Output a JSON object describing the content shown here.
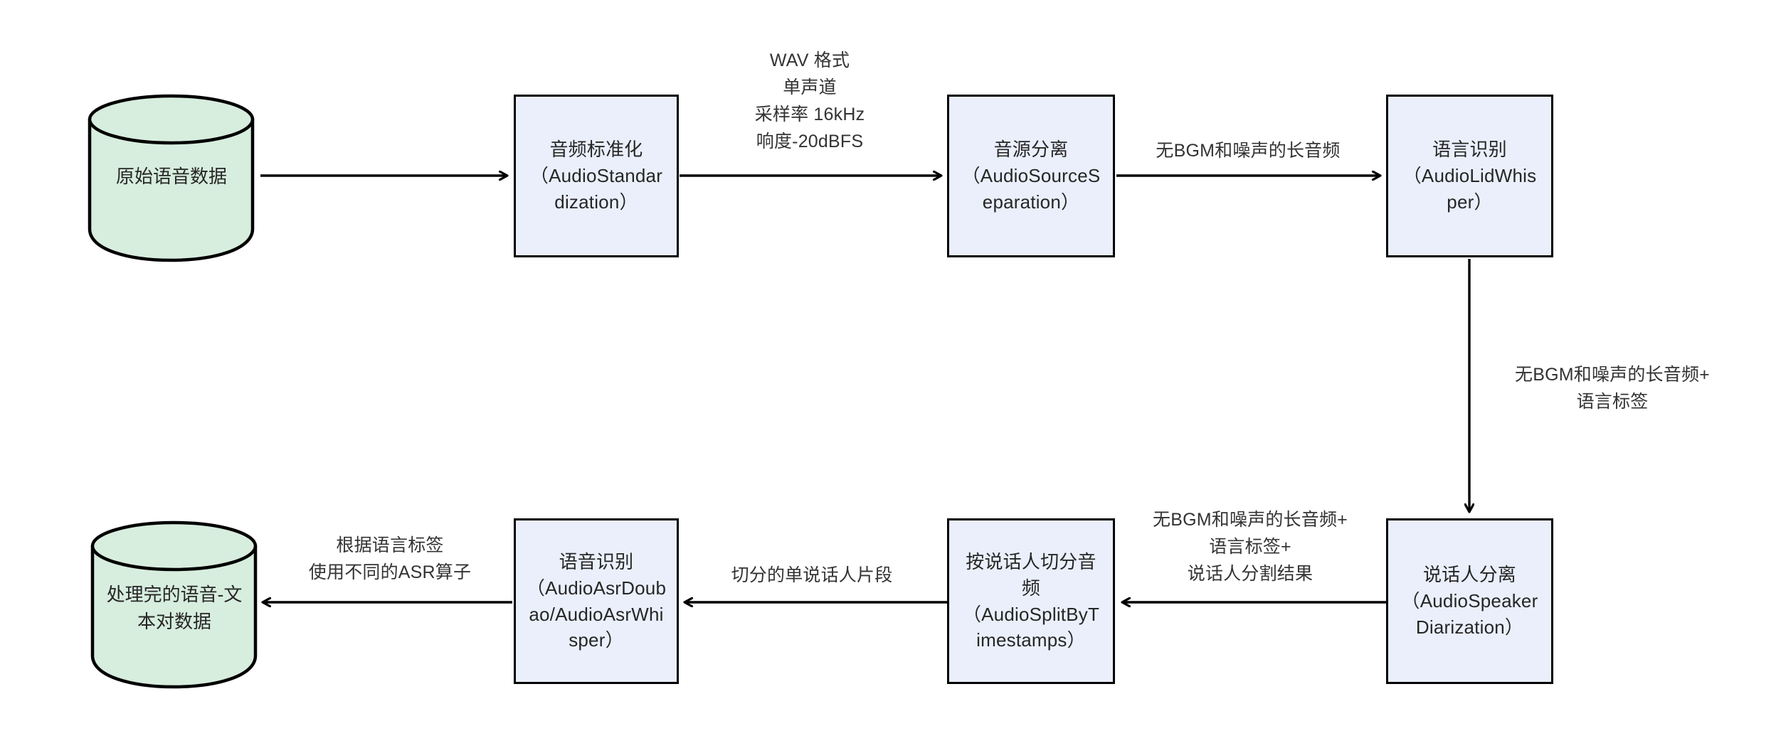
{
  "diagram": {
    "type": "flowchart",
    "title": "",
    "colors": {
      "process_fill": "#eaeffb",
      "datastore_fill": "#d7edde",
      "stroke": "#000000",
      "text": "#262626",
      "background": "#ffffff"
    },
    "nodes": [
      {
        "id": "raw-speech-data",
        "shape": "cylinder",
        "label": "原始语音数据"
      },
      {
        "id": "audio-standardization",
        "shape": "rect",
        "label": "音频标准化\n（AudioStandar\ndization）"
      },
      {
        "id": "audio-source-separation",
        "shape": "rect",
        "label": "音源分离\n（AudioSourceS\neparation）"
      },
      {
        "id": "audio-lid-whisper",
        "shape": "rect",
        "label": "语言识别\n（AudioLidWhis\nper）"
      },
      {
        "id": "audio-speaker-diarization",
        "shape": "rect",
        "label": "说话人分离\n（AudioSpeaker\nDiarization）"
      },
      {
        "id": "audio-split-by-timestamps",
        "shape": "rect",
        "label": "按说话人切分音\n频\n（AudioSplitByT\nimestamps）"
      },
      {
        "id": "audio-asr",
        "shape": "rect",
        "label": "语音识别\n（AudioAsrDoub\nao/AudioAsrWhi\nsper）"
      },
      {
        "id": "processed-speech-text-pairs",
        "shape": "cylinder",
        "label": "处理完的语音-文\n本对数据"
      }
    ],
    "edges": [
      {
        "id": "edge-raw-to-standardization",
        "from": "raw-speech-data",
        "to": "audio-standardization",
        "direction": "right",
        "label": ""
      },
      {
        "id": "edge-standardization-to-separation",
        "from": "audio-standardization",
        "to": "audio-source-separation",
        "direction": "right",
        "label": "WAV 格式\n单声道\n采样率 16kHz\n响度-20dBFS"
      },
      {
        "id": "edge-separation-to-lid",
        "from": "audio-source-separation",
        "to": "audio-lid-whisper",
        "direction": "right",
        "label": "无BGM和噪声的长音频"
      },
      {
        "id": "edge-lid-to-diarization",
        "from": "audio-lid-whisper",
        "to": "audio-speaker-diarization",
        "direction": "down",
        "label": "无BGM和噪声的长音频+\n语言标签"
      },
      {
        "id": "edge-diarization-to-split",
        "from": "audio-speaker-diarization",
        "to": "audio-split-by-timestamps",
        "direction": "left",
        "label": "无BGM和噪声的长音频+\n语言标签+\n说话人分割结果"
      },
      {
        "id": "edge-split-to-asr",
        "from": "audio-split-by-timestamps",
        "to": "audio-asr",
        "direction": "left",
        "label": "切分的单说话人片段"
      },
      {
        "id": "edge-asr-to-output",
        "from": "audio-asr",
        "to": "processed-speech-text-pairs",
        "direction": "left",
        "label": "根据语言标签\n使用不同的ASR算子"
      }
    ]
  }
}
